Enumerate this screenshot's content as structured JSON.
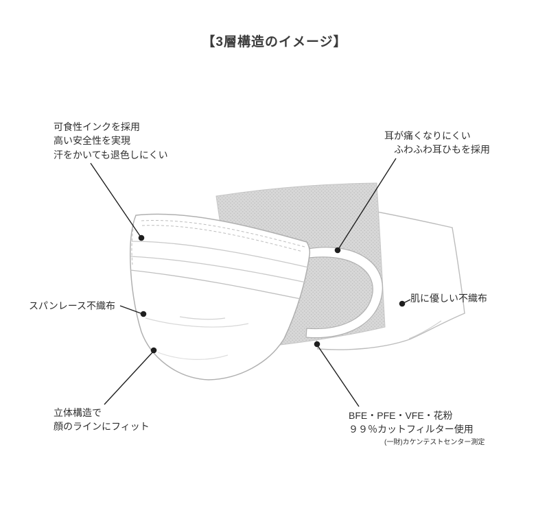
{
  "title": "【3層構造のイメージ】",
  "annotations": {
    "ink": {
      "lines": [
        "可食性インクを採用",
        "高い安全性を実現",
        "汗をかいても退色しにくい"
      ]
    },
    "ear": {
      "lines": [
        "耳が痛くなりにくい",
        "ふわふわ耳ひもを採用"
      ]
    },
    "spunlace": {
      "label": "スパンレース不織布"
    },
    "skin": {
      "label": "肌に優しい不織布"
    },
    "fit": {
      "lines": [
        "立体構造で",
        "顔のラインにフィット"
      ]
    },
    "filter": {
      "lines": [
        "BFE・PFE・VFE・花粉",
        "９９％カットフィルター使用"
      ],
      "note": "(一財)カケンテストセンター測定"
    }
  },
  "colors": {
    "text": "#2e2e2e",
    "title_text": "#3c3c3c",
    "leader_line": "#1f1f1f",
    "mask_outline": "#b6b6b6",
    "filter_layer_gray": "#d6d6d6"
  }
}
